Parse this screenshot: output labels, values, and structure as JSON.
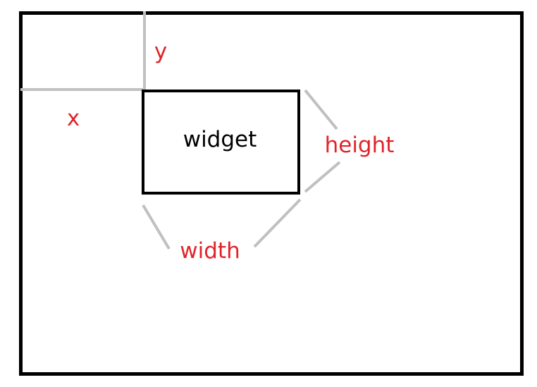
{
  "labels": {
    "widget": "widget",
    "x": "x",
    "y": "y",
    "width": "width",
    "height": "height"
  },
  "colors": {
    "label_red": "#e0242a",
    "frame_black": "#000000",
    "guide_gray": "#c0c0c0"
  }
}
